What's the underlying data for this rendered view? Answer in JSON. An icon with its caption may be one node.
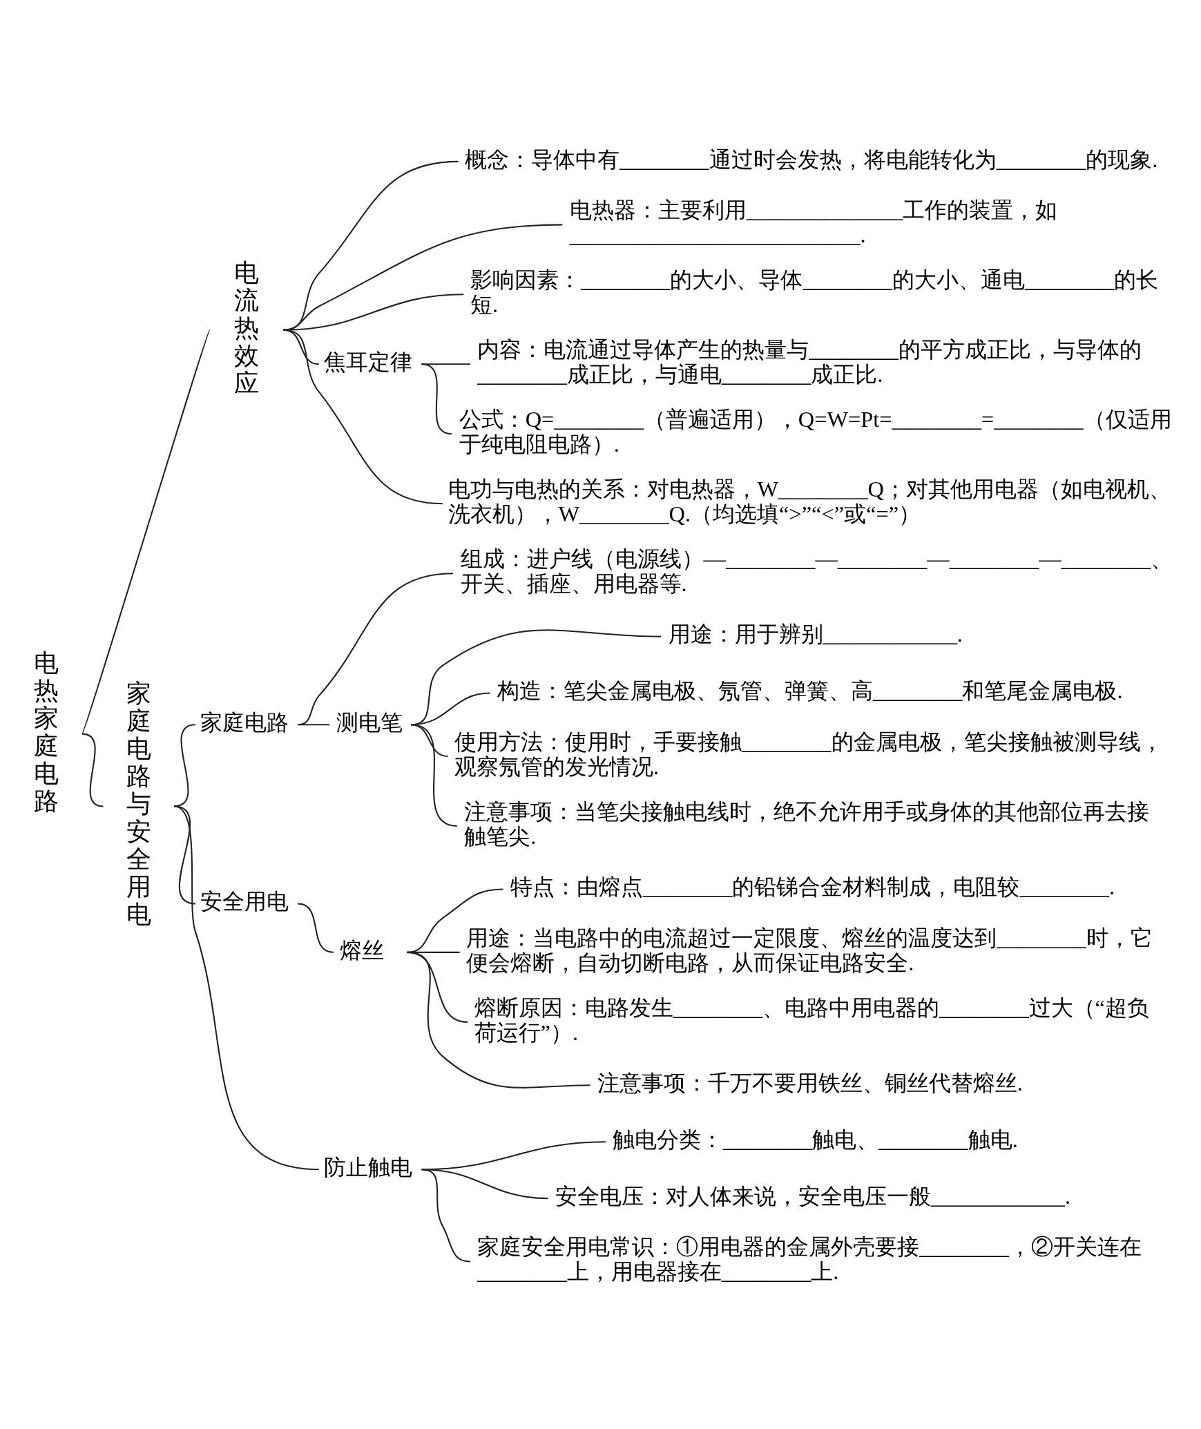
{
  "diagram": {
    "nodes": [
      {
        "text": [
          "电热家庭电路"
        ]
      },
      {
        "text": [
          "电流热效应"
        ]
      },
      {
        "text": [
          "概念：导体中有________通过时会发热，将电能转化为________的现象."
        ]
      },
      {
        "text": [
          "电热器：主要利用______________工作的装置，如__________________________."
        ]
      },
      {
        "text": [
          "影响因素：________的大小、导体________的大小、通电________的长短."
        ]
      },
      {
        "text": [
          "焦耳定律"
        ]
      },
      {
        "text": [
          "内容：电流通过导体产生的热量与________的平方成正比，与导体的________成正比，与通电________成正比."
        ]
      },
      {
        "text": [
          "公式：Q=________（普遍适用），Q=W=Pt=________=________（仅适用于纯电阻电路）."
        ]
      },
      {
        "text": [
          "电功与电热的关系：对电热器，W________Q；对其他用电器（如电视机、洗衣机），W________Q.（均选填“>”“<”或“=”）"
        ]
      },
      {
        "text": [
          "家庭电路与安全用电"
        ]
      },
      {
        "text": [
          "家庭电路"
        ]
      },
      {
        "text": [
          "组成：进户线（电源线）—________—________—________—________、开关、插座、用电器等."
        ]
      },
      {
        "text": [
          "测电笔"
        ]
      },
      {
        "text": [
          "用途：用于辨别____________."
        ]
      },
      {
        "text": [
          "构造：笔尖金属电极、氖管、弹簧、高________和笔尾金属电极."
        ]
      },
      {
        "text": [
          "使用方法：使用时，手要接触________的金属电极，笔尖接触被测导线，观察氖管的发光情况."
        ]
      },
      {
        "text": [
          "注意事项：当笔尖接触电线时，绝不允许用手或身体的其他部位再去接触笔尖."
        ]
      },
      {
        "text": [
          "安全用电"
        ]
      },
      {
        "text": [
          "熔丝"
        ]
      },
      {
        "text": [
          "特点：由熔点________的铅锑合金材料制成，电阻较________."
        ]
      },
      {
        "text": [
          "用途：当电路中的电流超过一定限度、熔丝的温度达到________时，它便会熔断，自动切断电路，从而保证电路安全."
        ]
      },
      {
        "text": [
          "熔断原因：电路发生________、电路中用电器的________过大（“超负荷运行”）."
        ]
      },
      {
        "text": [
          "注意事项：千万不要用铁丝、铜丝代替熔丝."
        ]
      },
      {
        "text": [
          "防止触电"
        ]
      },
      {
        "text": [
          "触电分类：________触电、________触电."
        ]
      },
      {
        "text": [
          "安全电压：对人体来说，安全电压一般____________."
        ]
      },
      {
        "text": [
          "家庭安全用电常识：①用电器的金属外壳要接________，②开关连在________上，用电器接在________上."
        ]
      }
    ],
    "edges": [
      {
        "from": 0,
        "to": 1,
        "arrow": "none"
      },
      {
        "from": 0,
        "to": 9,
        "arrow": "none"
      },
      {
        "from": 1,
        "to": 2,
        "arrow": "none"
      },
      {
        "from": 1,
        "to": 3,
        "arrow": "none"
      },
      {
        "from": 1,
        "to": 4,
        "arrow": "none"
      },
      {
        "from": 1,
        "to": 5,
        "arrow": "none"
      },
      {
        "from": 1,
        "to": 8,
        "arrow": "none"
      },
      {
        "from": 5,
        "to": 6,
        "arrow": "none"
      },
      {
        "from": 5,
        "to": 7,
        "arrow": "none"
      },
      {
        "from": 9,
        "to": 10,
        "arrow": "none"
      },
      {
        "from": 9,
        "to": 17,
        "arrow": "none"
      },
      {
        "from": 9,
        "to": 23,
        "arrow": "none"
      },
      {
        "from": 10,
        "to": 11,
        "arrow": "none"
      },
      {
        "from": 10,
        "to": 12,
        "arrow": "none"
      },
      {
        "from": 12,
        "to": 13,
        "arrow": "none"
      },
      {
        "from": 12,
        "to": 14,
        "arrow": "none"
      },
      {
        "from": 12,
        "to": 15,
        "arrow": "none"
      },
      {
        "from": 12,
        "to": 16,
        "arrow": "none"
      },
      {
        "from": 17,
        "to": 18,
        "arrow": "none"
      },
      {
        "from": 18,
        "to": 19,
        "arrow": "none"
      },
      {
        "from": 18,
        "to": 20,
        "arrow": "none"
      },
      {
        "from": 18,
        "to": 21,
        "arrow": "none"
      },
      {
        "from": 18,
        "to": 22,
        "arrow": "none"
      },
      {
        "from": 23,
        "to": 24,
        "arrow": "none"
      },
      {
        "from": 23,
        "to": 25,
        "arrow": "none"
      },
      {
        "from": 23,
        "to": 26,
        "arrow": "none"
      }
    ]
  }
}
